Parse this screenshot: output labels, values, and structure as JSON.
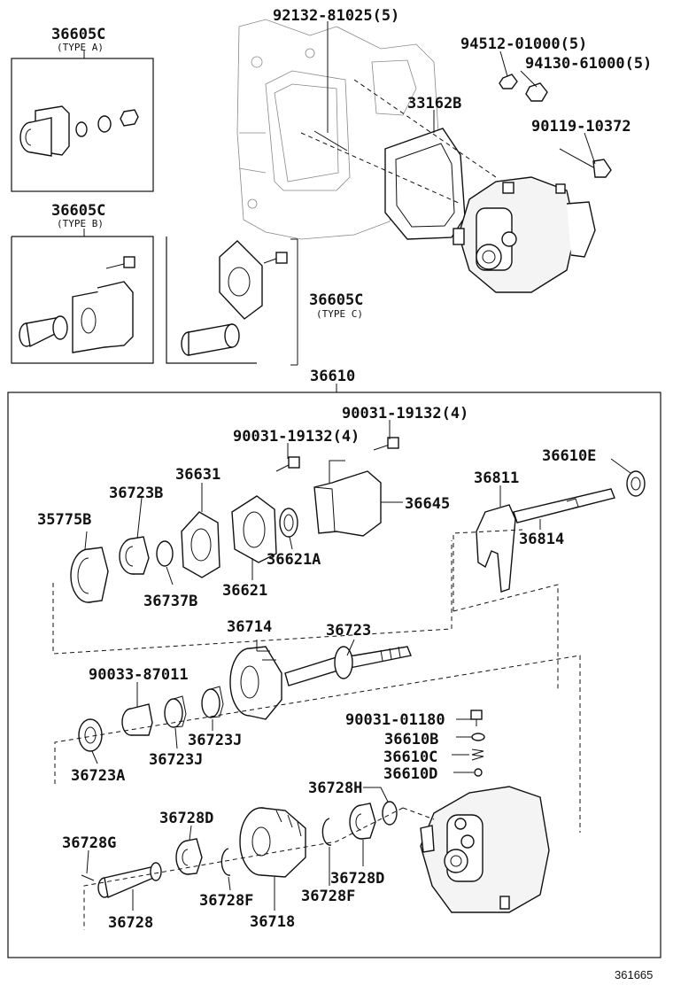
{
  "labels": {
    "p36605c_a": "36605C",
    "type_a": "(TYPE A)",
    "p36605c_b": "36605C",
    "type_b": "(TYPE B)",
    "p36605c_c": "36605C",
    "type_c": "(TYPE C)",
    "p92132": "92132-81025(5)",
    "p94512": "94512-01000(5)",
    "p94130": "94130-61000(5)",
    "p33162b": "33162B",
    "p90119": "90119-10372",
    "p36610": "36610",
    "p90031_a": "90031-19132(4)",
    "p90031_b": "90031-19132(4)",
    "p36610e": "36610E",
    "p36631": "36631",
    "p36723b": "36723B",
    "p36811": "36811",
    "p36645": "36645",
    "p35775b": "35775B",
    "p36814": "36814",
    "p36621a": "36621A",
    "p36737b": "36737B",
    "p36621": "36621",
    "p36714": "36714",
    "p36723": "36723",
    "p90033": "90033-87011",
    "p90031_01180": "90031-01180",
    "p36610b": "36610B",
    "p36723j_a": "36723J",
    "p36610c": "36610C",
    "p36723j_b": "36723J",
    "p36610d": "36610D",
    "p36723a": "36723A",
    "p36728h": "36728H",
    "p36728d_a": "36728D",
    "p36728g": "36728G",
    "p36728d_b": "36728D",
    "p36728f_a": "36728F",
    "p36728f_b": "36728F",
    "p36728": "36728",
    "p36718": "36718",
    "diagram_id": "361665"
  }
}
